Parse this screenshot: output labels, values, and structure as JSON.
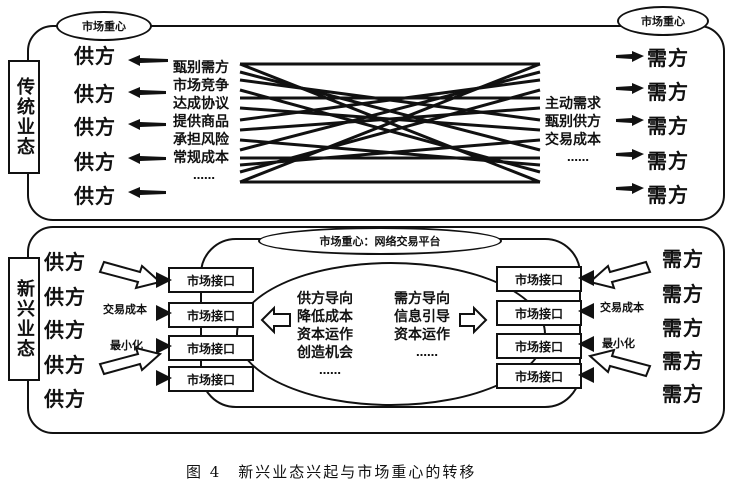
{
  "traditional": {
    "label": "传统业态",
    "focus_left": "市场重心",
    "focus_right": "市场重心",
    "supply": [
      "供方",
      "供方",
      "供方",
      "供方",
      "供方"
    ],
    "demand": [
      "需方",
      "需方",
      "需方",
      "需方",
      "需方"
    ],
    "supply_tasks": [
      "甄别需方",
      "市场竞争",
      "达成协议",
      "提供商品",
      "承担风险",
      "常规成本",
      "……"
    ],
    "demand_tasks": [
      "主动需求",
      "甄别供方",
      "交易成本",
      "……"
    ]
  },
  "emerging": {
    "label": "新兴业态",
    "platform": "市场重心：网络交易平台",
    "supply": [
      "供方",
      "供方",
      "供方",
      "供方",
      "供方"
    ],
    "demand": [
      "需方",
      "需方",
      "需方",
      "需方",
      "需方"
    ],
    "cost_left": [
      "交易成本",
      "最小化"
    ],
    "cost_right": [
      "交易成本",
      "最小化"
    ],
    "interfaces_left": [
      "市场接口",
      "市场接口",
      "市场接口",
      "市场接口"
    ],
    "interfaces_right": [
      "市场接口",
      "市场接口",
      "市场接口",
      "市场接口"
    ],
    "supply_guide": [
      "供方导向",
      "降低成本",
      "资本运作",
      "创造机会",
      "……"
    ],
    "demand_guide": [
      "需方导向",
      "信息引导",
      "资本运作",
      "……"
    ]
  },
  "caption": "图 4　新兴业态兴起与市场重心的转移"
}
